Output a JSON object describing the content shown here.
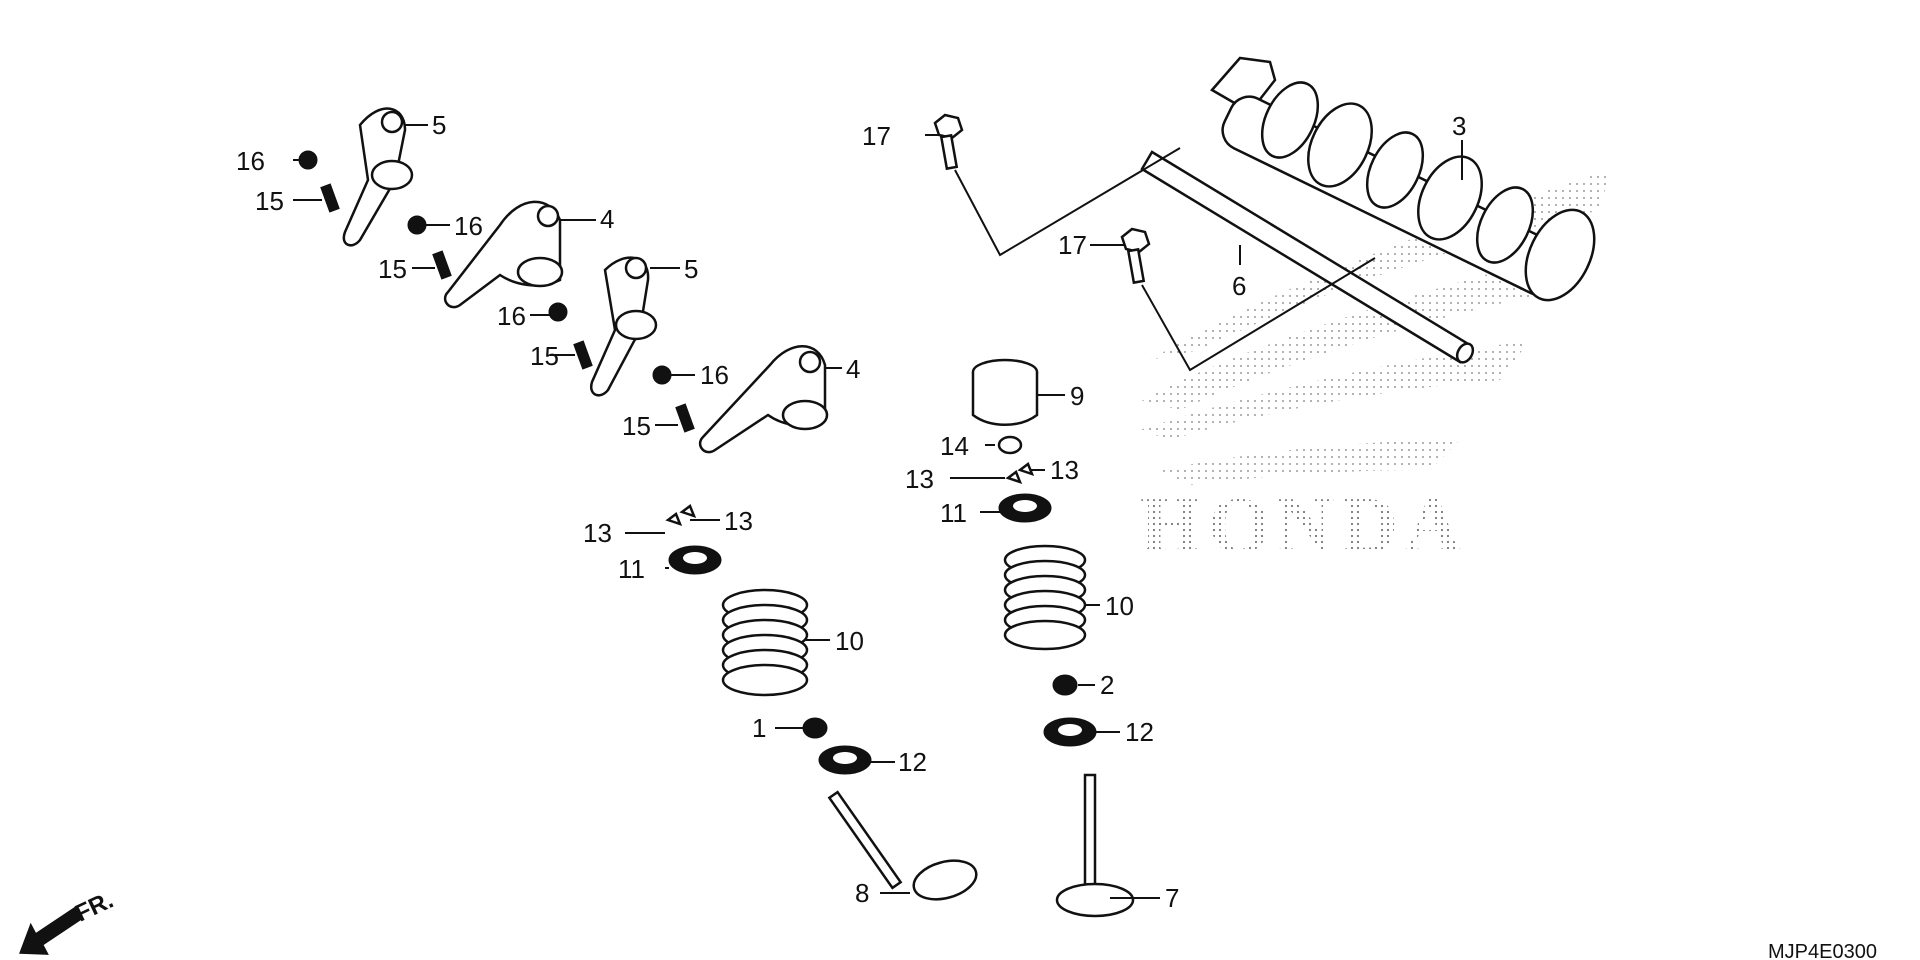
{
  "diagram": {
    "code": "MJP4E0300",
    "watermark": "HONDA",
    "direction_label": "FR.",
    "callouts": {
      "c1": "1",
      "c2": "2",
      "c3": "3",
      "c4a": "4",
      "c4b": "4",
      "c5a": "5",
      "c5b": "5",
      "c6": "6",
      "c7": "7",
      "c8": "8",
      "c9": "9",
      "c10a": "10",
      "c10b": "10",
      "c11a": "11",
      "c11b": "11",
      "c12a": "12",
      "c12b": "12",
      "c13a": "13",
      "c13b": "13",
      "c13c": "13",
      "c13d": "13",
      "c14": "14",
      "c15a": "15",
      "c15b": "15",
      "c15c": "15",
      "c15d": "15",
      "c16a": "16",
      "c16b": "16",
      "c16c": "16",
      "c16d": "16",
      "c17a": "17",
      "c17b": "17"
    }
  }
}
